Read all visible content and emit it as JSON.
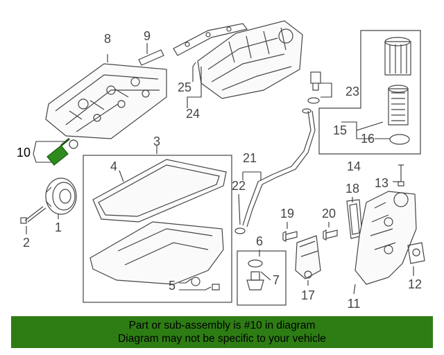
{
  "diagram": {
    "callouts": [
      {
        "id": "c1",
        "label": "1"
      },
      {
        "id": "c2",
        "label": "2"
      },
      {
        "id": "c3",
        "label": "3"
      },
      {
        "id": "c4",
        "label": "4"
      },
      {
        "id": "c5",
        "label": "5"
      },
      {
        "id": "c6",
        "label": "6"
      },
      {
        "id": "c7",
        "label": "7"
      },
      {
        "id": "c8",
        "label": "8"
      },
      {
        "id": "c9",
        "label": "9"
      },
      {
        "id": "c10",
        "label": "10"
      },
      {
        "id": "c11",
        "label": "11"
      },
      {
        "id": "c12",
        "label": "12"
      },
      {
        "id": "c13",
        "label": "13"
      },
      {
        "id": "c14",
        "label": "14"
      },
      {
        "id": "c15",
        "label": "15"
      },
      {
        "id": "c16",
        "label": "16"
      },
      {
        "id": "c17",
        "label": "17"
      },
      {
        "id": "c18",
        "label": "18"
      },
      {
        "id": "c19",
        "label": "19"
      },
      {
        "id": "c20",
        "label": "20"
      },
      {
        "id": "c21",
        "label": "21"
      },
      {
        "id": "c22",
        "label": "22"
      },
      {
        "id": "c23",
        "label": "23"
      },
      {
        "id": "c24",
        "label": "24"
      },
      {
        "id": "c25",
        "label": "25"
      }
    ],
    "highlight_color": "#2e8b1e"
  },
  "banner": {
    "line1": "Part or sub-assembly is #10 in diagram",
    "line2": "Diagram may not be specific to your vehicle",
    "background": "#2e7d14"
  }
}
